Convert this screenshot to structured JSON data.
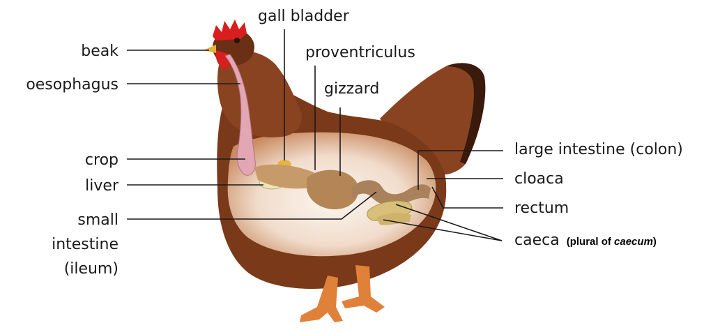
{
  "labels": {
    "beak": "beak",
    "oesophagus": "oesophagus",
    "crop": "crop",
    "liver": "liver",
    "small_intestine_1": "small",
    "small_intestine_2": "intestine",
    "small_intestine_3": "(ileum)",
    "gall_bladder": "gall bladder",
    "proventriculus": "proventriculus",
    "gizzard": "gizzard",
    "large_intestine": "large intestine (colon)",
    "cloaca": "cloaca",
    "rectum": "rectum",
    "caeca": "caeca",
    "caeca_note_prefix": "(plural of ",
    "caeca_note_term": "caecum",
    "caeca_note_suffix": ")"
  },
  "colors": {
    "plumage_dark": "#5a2a12",
    "plumage_mid": "#8a4320",
    "plumage_light": "#a85a2e",
    "inner_cavity": "#f3e6da",
    "comb": "#d81e1e",
    "beak": "#e2b33a",
    "legs": "#e0813a",
    "oesophagus": "#e3a6b4",
    "gut": "#c79a6a",
    "caeca": "#d9c07a",
    "liver": "#ece5b6",
    "gall_bladder": "#e4b640"
  }
}
